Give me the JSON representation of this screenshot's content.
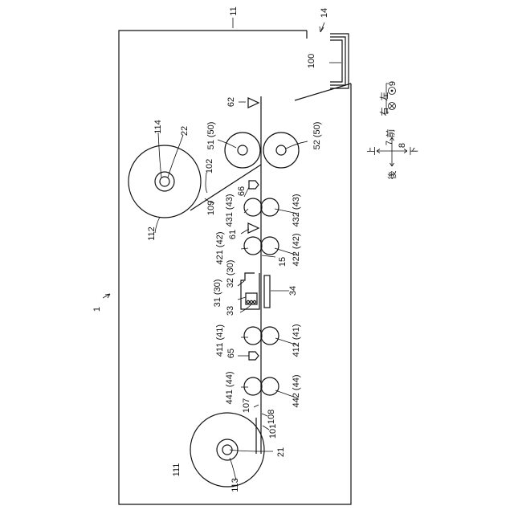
{
  "labels": {
    "l1": "1",
    "l11": "11",
    "l14": "14",
    "l100": "100",
    "l62": "62",
    "l114": "114",
    "l22": "22",
    "l51": "51 (50)",
    "l52": "52 (50)",
    "l102": "102",
    "l109": "109",
    "l66": "66",
    "l431": "431 (43)",
    "l432": "432 (43)",
    "l112": "112",
    "l61": "61",
    "l421": "421 (42)",
    "l422": "422 (42)",
    "l15": "15",
    "l32": "32 (30)",
    "l31": "31 (30)",
    "l33": "33",
    "l34": "34",
    "l411": "411 (41)",
    "l412": "412 (41)",
    "l65": "65",
    "l441": "441 (44)",
    "l442": "442 (44)",
    "l107": "107",
    "l108": "108",
    "l101": "101",
    "l21": "21",
    "l111": "111",
    "l113": "113"
  },
  "legend": {
    "n9": "9",
    "left": "左",
    "right": "右",
    "front": "前",
    "n7": "7",
    "up": "上",
    "n8": "8",
    "down": "下",
    "back": "後"
  }
}
